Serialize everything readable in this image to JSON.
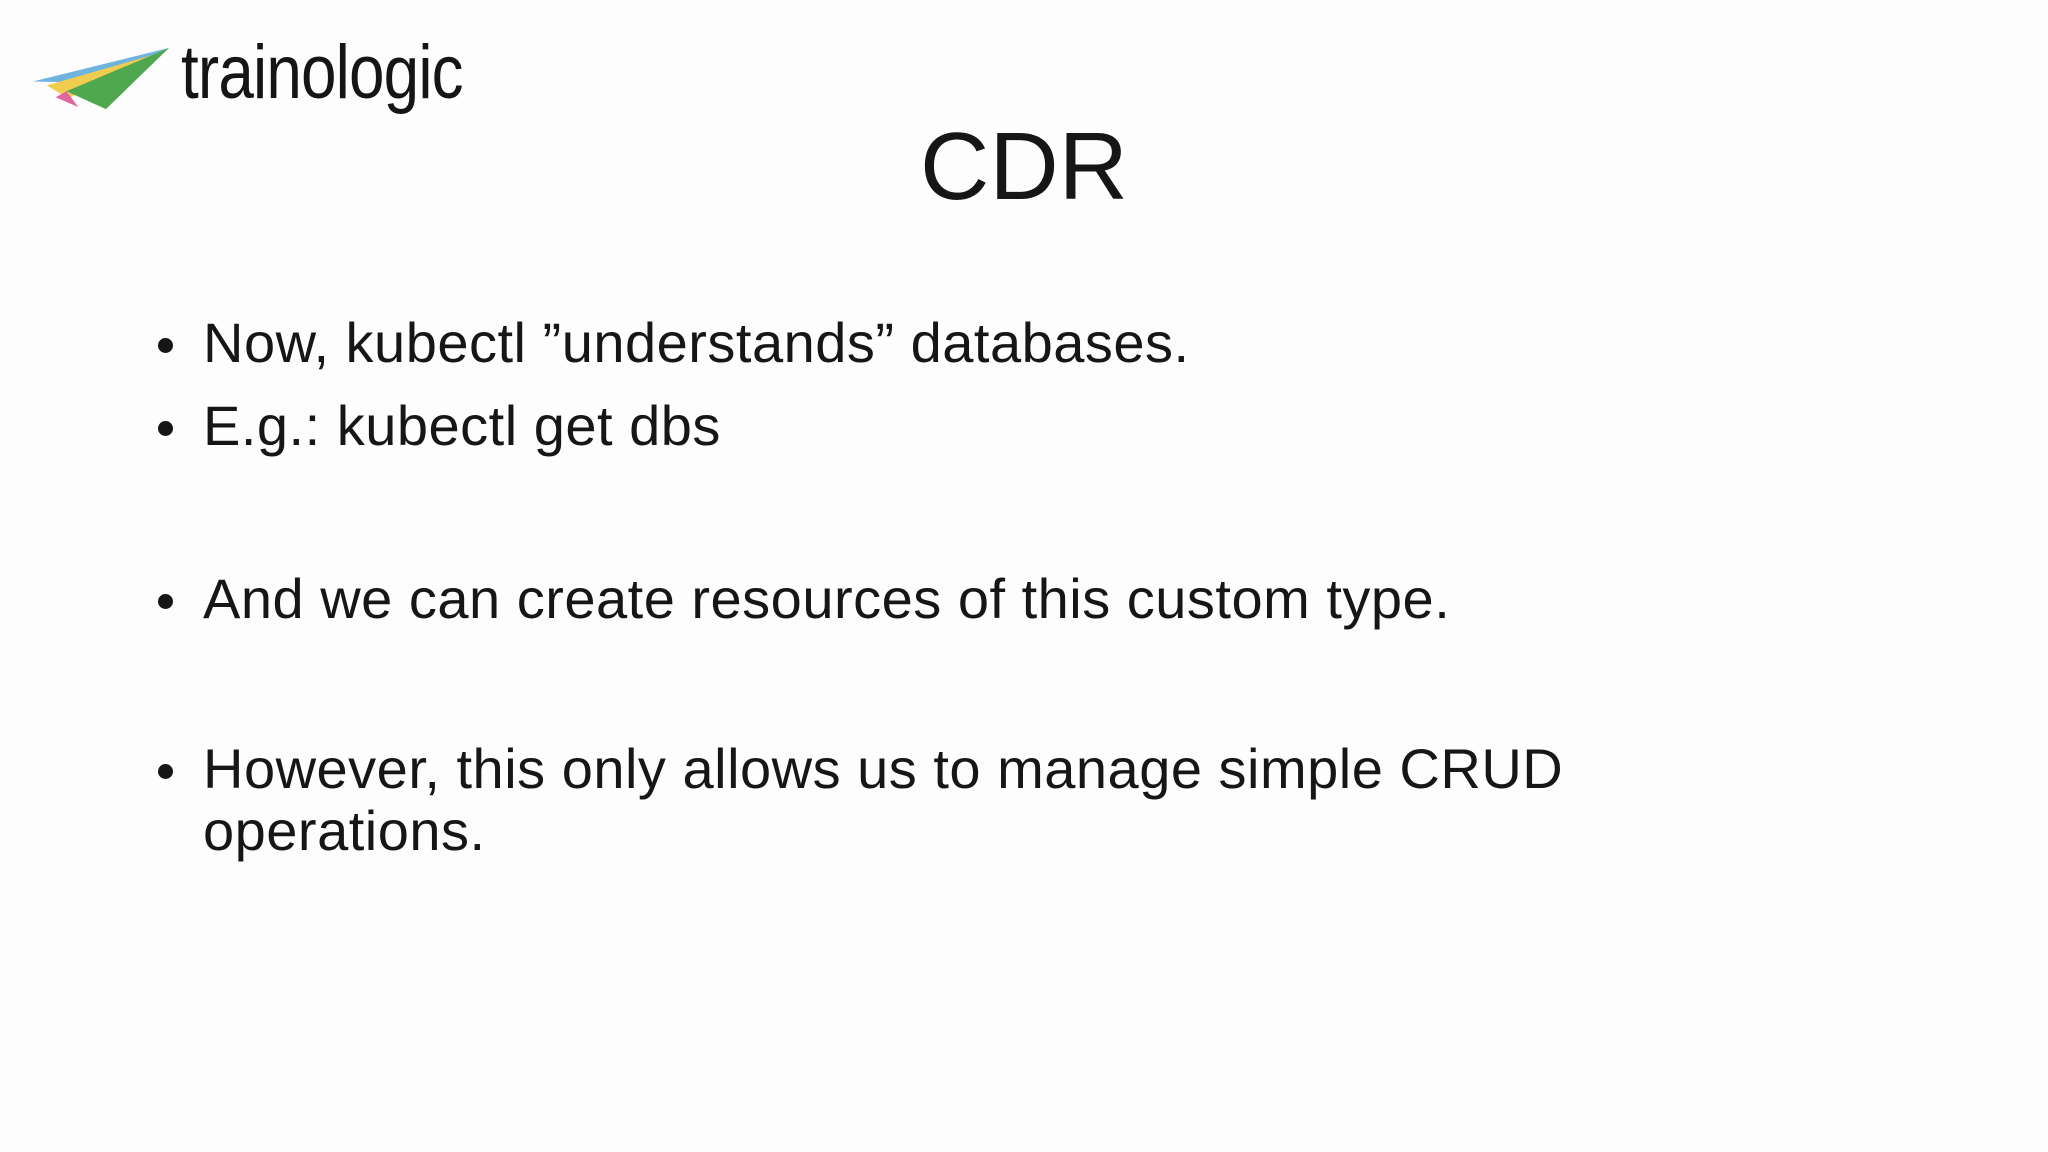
{
  "logo": {
    "brand": "trainologic",
    "icon": "paper-plane-icon",
    "colors": {
      "blue": "#6fb3e0",
      "yellow": "#f0cd4e",
      "pink": "#e0679c",
      "green": "#4fa84f",
      "wordmark": "#151515"
    }
  },
  "slide": {
    "title": "CDR",
    "bullets": [
      "Now, kubectl ”understands” databases.",
      "E.g.: kubectl get dbs",
      "And we can create resources of this custom type.",
      "However, this only allows us to manage simple CRUD operations."
    ],
    "colors": {
      "background": "#fdfdfd",
      "text": "#161616"
    }
  }
}
